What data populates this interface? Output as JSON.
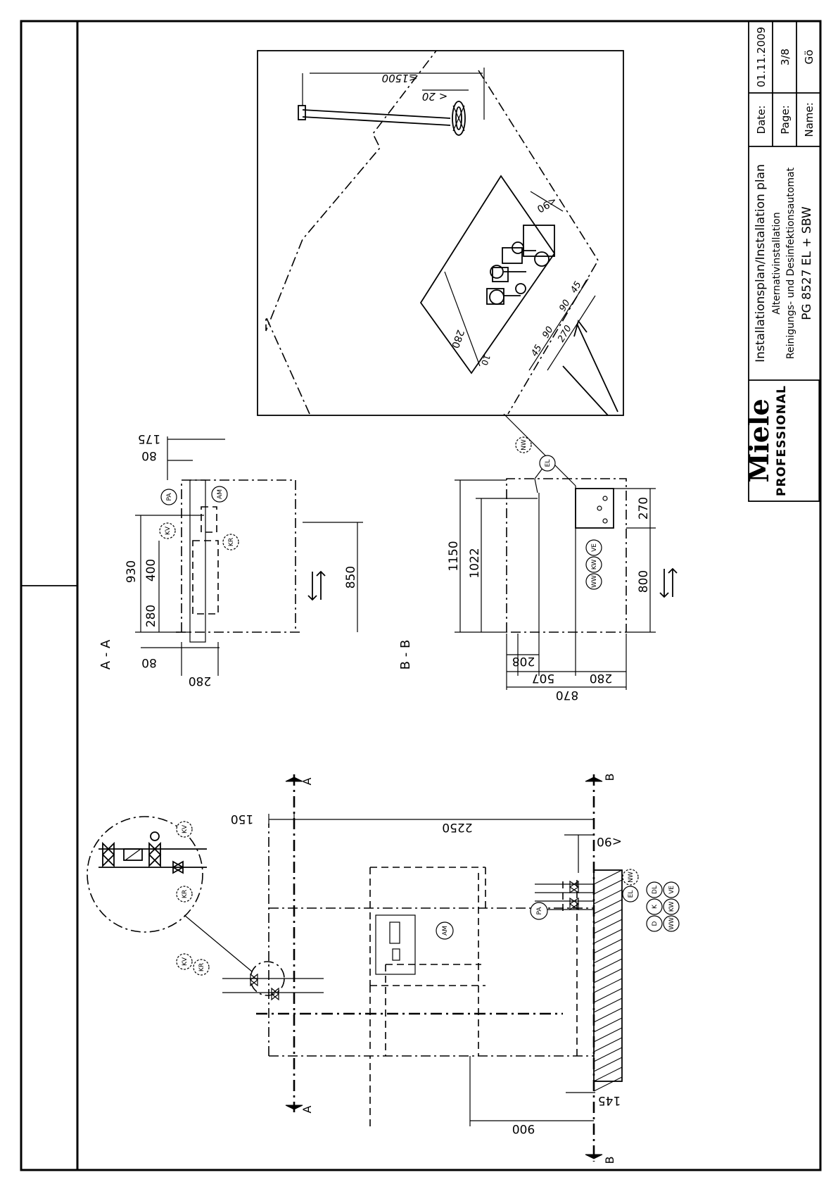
{
  "title_block": {
    "brand": "Miele",
    "brand_sub": "PROFESSIONAL",
    "title_line1": "Installationsplan/Installation plan",
    "title_line2": "Alternativinstallation",
    "title_line3": "Reinigungs- und Desinfektionsautomat",
    "title_line4": "PG 8527 EL + SBW",
    "date_label": "Date:",
    "date_value": "01.11.2009",
    "page_label": "Page:",
    "page_value": "3/8",
    "name_label": "Name:",
    "name_value": "Gö"
  },
  "section_labels": {
    "aa": "A - A",
    "bb": "B - B",
    "marker_a": "A",
    "marker_b": "B"
  },
  "connection_labels": {
    "pa": "PA",
    "am": "AM",
    "kv": "KV",
    "kr": "KR",
    "el": "EL",
    "nw": "NW",
    "ww": "WW",
    "kw": "KW",
    "ve": "VE",
    "d": "D",
    "k": "K",
    "dl": "DL"
  },
  "dimensions": {
    "aa_930": "930",
    "aa_400": "400",
    "aa_280_v": "280",
    "aa_850": "850",
    "aa_80_top": "80",
    "aa_175": "175",
    "aa_80_bottom": "80",
    "aa_280_h": "280",
    "bb_1150": "1150",
    "bb_1022": "1022",
    "bb_800": "800",
    "bb_270": "270",
    "bb_208": "208",
    "bb_507": "507",
    "bb_280": "280",
    "bb_870": "870",
    "plan_150": "150",
    "plan_2250": "2250",
    "plan_lt90": "<90",
    "plan_145": "145",
    "plan_900": "900",
    "det_1500": "≤1500",
    "det_20": "< 20",
    "det_lt90": "<90",
    "det_280": "280",
    "det_10": "10",
    "det_45_a": "45",
    "det_90_a": "90",
    "det_90_b": "90",
    "det_45_b": "45",
    "det_270": "270"
  }
}
